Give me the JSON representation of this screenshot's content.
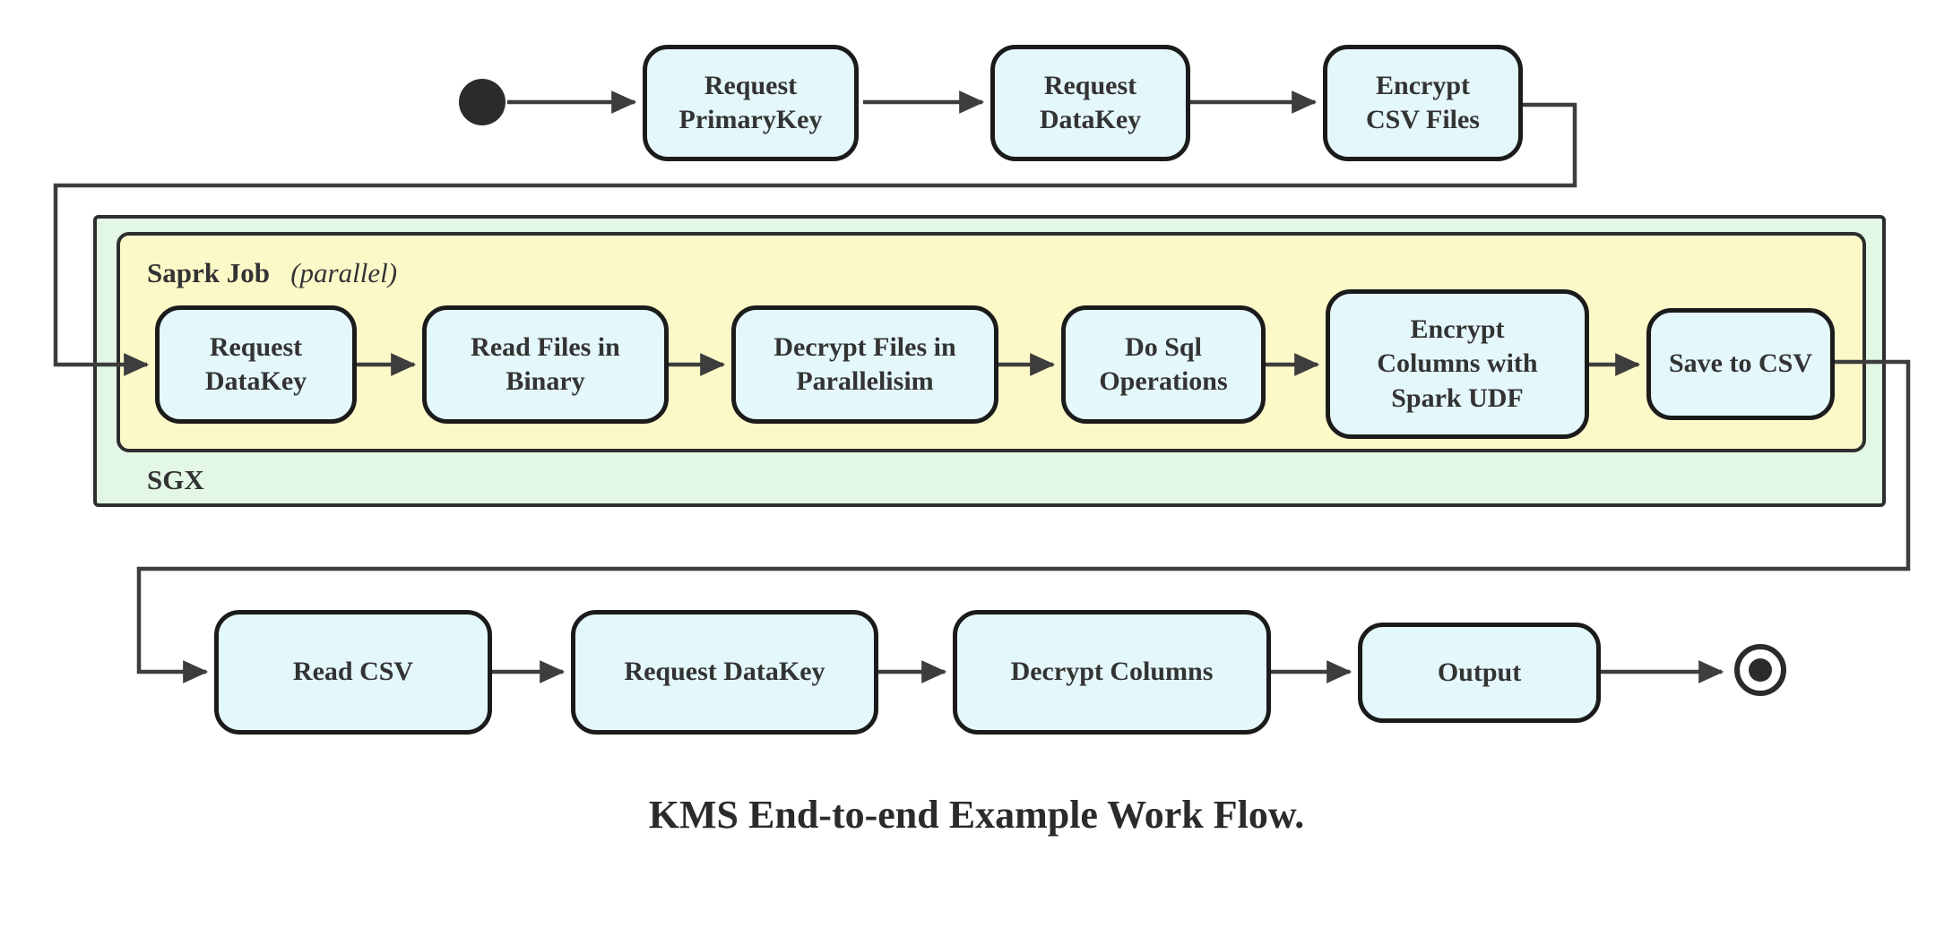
{
  "caption": "KMS End-to-end Example Work Flow.",
  "containers": {
    "sgx_label": "SGX",
    "spark_label": "Saprk Job",
    "spark_annotation": "(parallel)"
  },
  "nodes": {
    "top": [
      {
        "label": "Request\nPrimaryKey"
      },
      {
        "label": "Request\nDataKey"
      },
      {
        "label": "Encrypt\nCSV Files"
      }
    ],
    "spark": [
      {
        "label": "Request\nDataKey"
      },
      {
        "label": "Read Files in\nBinary"
      },
      {
        "label": "Decrypt Files in\nParallelisim"
      },
      {
        "label": "Do Sql\nOperations"
      },
      {
        "label": "Encrypt\nColumns with\nSpark UDF"
      },
      {
        "label": "Save to CSV"
      }
    ],
    "bottom": [
      {
        "label": "Read CSV"
      },
      {
        "label": "Request DataKey"
      },
      {
        "label": "Decrypt Columns"
      },
      {
        "label": "Output"
      }
    ]
  },
  "markers": {
    "start_state": "filled-circle",
    "final_state": "ringed-circle"
  },
  "colors": {
    "node_fill": "#e4f7fb",
    "node_border": "#1b1b1b",
    "sgx_fill": "#e2f7e5",
    "spark_fill": "#fcf9c9",
    "container_border": "#2e2e2e",
    "connector": "#3d3d3d",
    "text": "#333333",
    "background": "#ffffff"
  }
}
